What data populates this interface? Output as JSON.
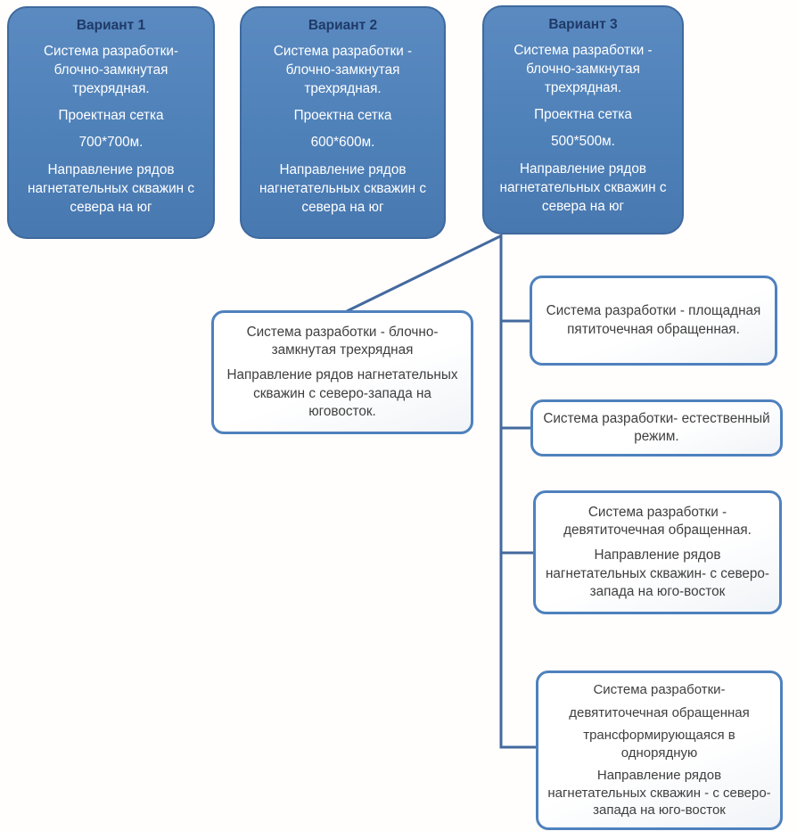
{
  "diagram": {
    "variants": [
      {
        "title": "Вариант 1",
        "paragraphs": [
          "Система разработки- блочно-замкнутая трехрядная.",
          "Проектная сетка",
          "700*700м.",
          "Направление рядов нагнетательных скважин с севера на юг"
        ]
      },
      {
        "title": "Вариант 2",
        "paragraphs": [
          "Система разработки - блочно-замкнутая трехрядная.",
          "Проектна сетка",
          "600*600м.",
          "Направление рядов нагнетательных скважин с севера на юг"
        ]
      },
      {
        "title": "Вариант 3",
        "paragraphs": [
          "Система разработки - блочно-замкнутая трехрядная.",
          "Проектна сетка",
          "500*500м.",
          "Направление рядов нагнетательных скважин с севера на юг"
        ]
      }
    ],
    "branch_box": {
      "paragraphs": [
        "Система разработки - блочно-замкнутая трехрядная",
        "Направление рядов нагнетательных скважин с северо-запада на юговосток."
      ]
    },
    "leaf_boxes": [
      {
        "paragraphs": [
          "Система разработки - площадная пятиточечная обращенная."
        ]
      },
      {
        "paragraphs": [
          "Система разработки- естественный режим."
        ]
      },
      {
        "paragraphs": [
          "Система разработки - девятиточечная обращенная.",
          "Направление рядов нагнетательных скважин- с северо-запада на юго-восток"
        ]
      },
      {
        "paragraphs": [
          "Система разработки-",
          "девятиточечная обращенная",
          "трансформирующаяся в однорядную",
          "Направление рядов нагнетательных скважин - с северо-запада на юго-восток"
        ]
      }
    ]
  },
  "colors": {
    "variant_fill": "#4f81b9",
    "variant_border": "#3f6a9e",
    "variant_title_text": "#1f3a68",
    "variant_body_text": "#ffffff",
    "leaf_border": "#4f81bd",
    "leaf_text": "#3f3f3f",
    "connector": "#44699e",
    "background": "#fffefd"
  }
}
